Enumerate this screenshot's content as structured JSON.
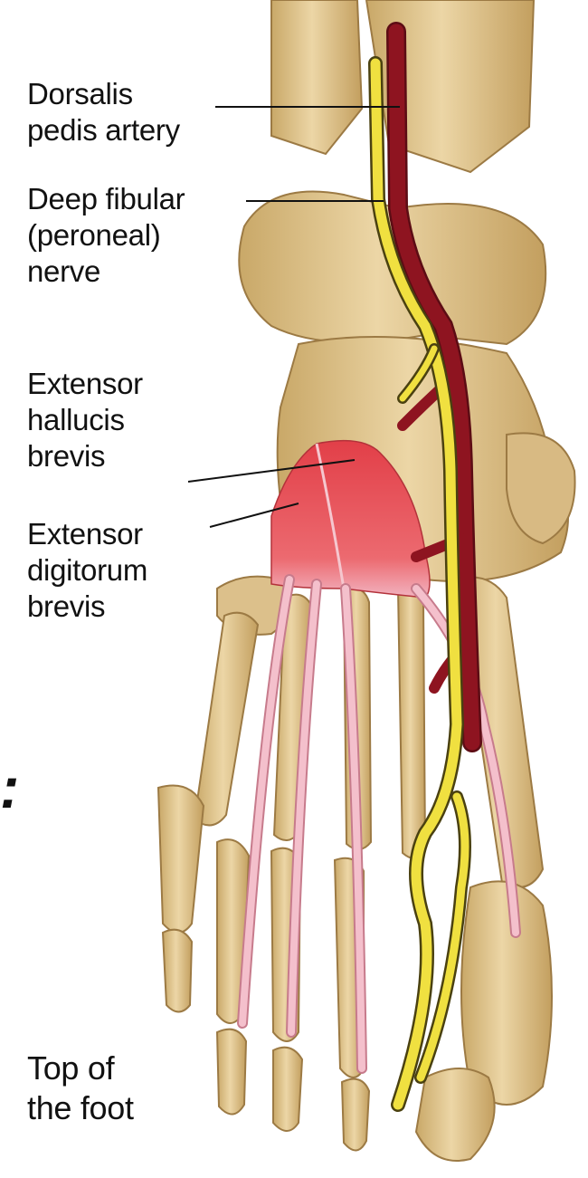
{
  "labels": {
    "dorsalis_pedis_artery": "Dorsalis\npedis artery",
    "deep_fibular_nerve": "Deep fibular\n(peroneal)\nnerve",
    "extensor_hallucis_brevis": "Extensor\nhallucis\nbrevis",
    "extensor_digitorum_brevis": "Extensor\ndigitorum\nbrevis"
  },
  "caption": "Top of\nthe foot",
  "edge_glyph": ":",
  "colors": {
    "bone": "#e7cf9c",
    "bone_shadow": "#b8935a",
    "artery": "#8e1420",
    "nerve": "#f0e040",
    "nerve_outline": "#4a4110",
    "muscle": "#e85a5e",
    "tendon": "#f2b6c4",
    "leader_line": "#111111"
  },
  "icons": [
    "foot-skeleton-illustration"
  ]
}
